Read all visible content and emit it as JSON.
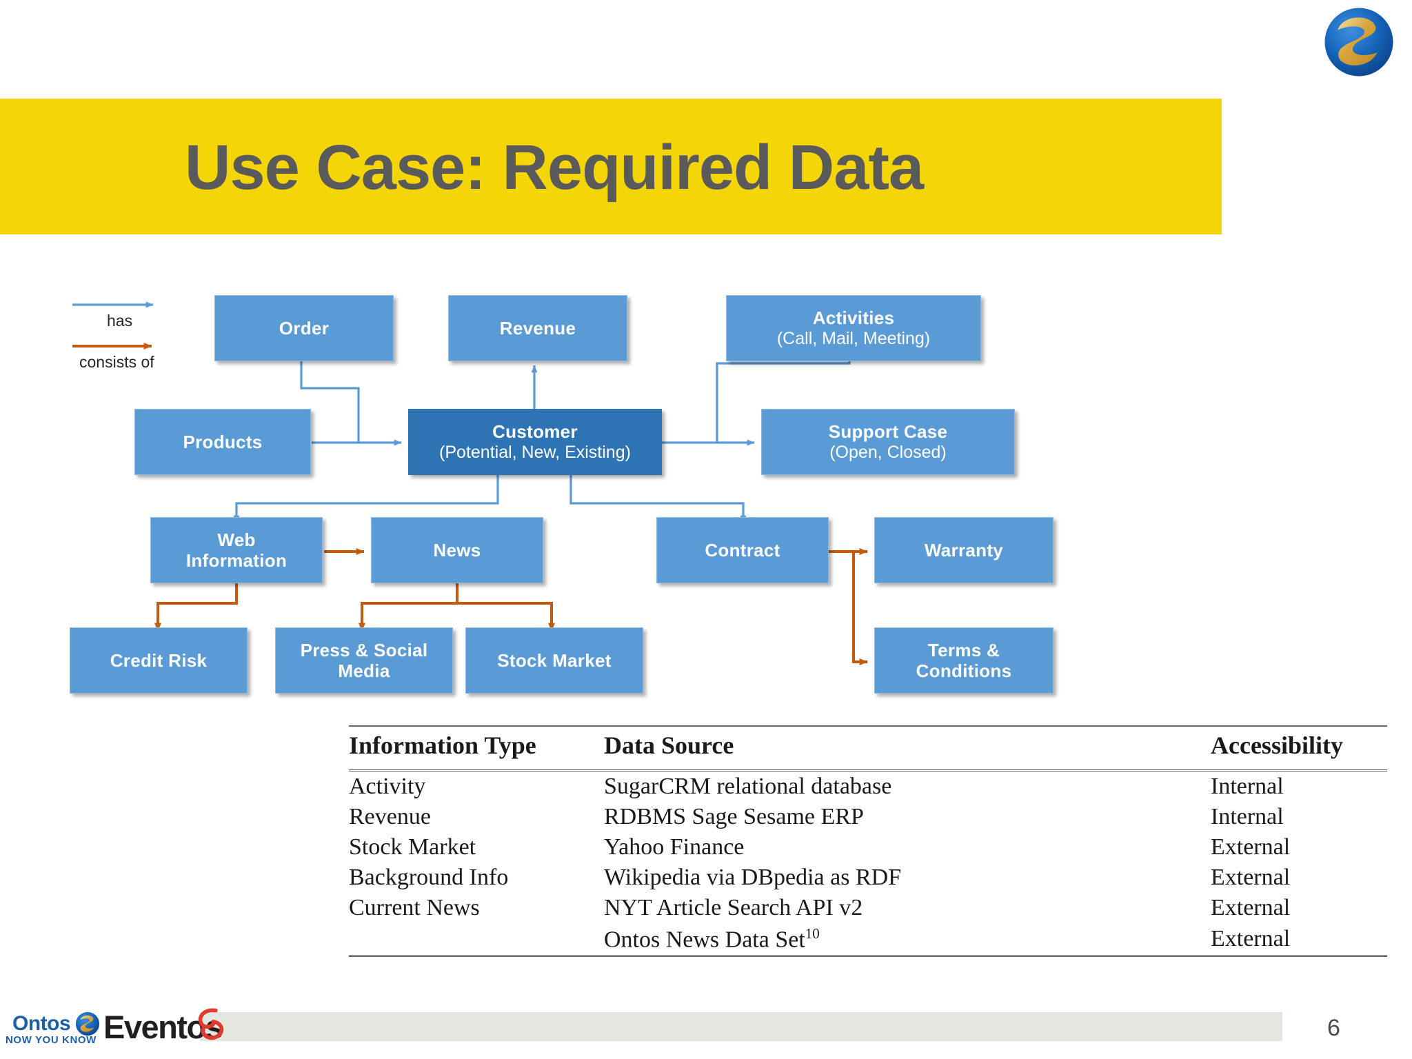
{
  "slide": {
    "title": "Use Case: Required Data",
    "page_number": "6",
    "banner_color": "#F3D508",
    "title_color": "#5A5A5A",
    "node_color": "#5B9BD5",
    "node_accent_color": "#2E74B5",
    "arrow_has_color": "#5B9BD5",
    "arrow_consists_color": "#C55A11"
  },
  "legend": {
    "has_label": "has",
    "consists_of_label": "consists of"
  },
  "diagram": {
    "nodes": [
      {
        "id": "order",
        "title": "Order",
        "sub": ""
      },
      {
        "id": "revenue",
        "title": "Revenue",
        "sub": ""
      },
      {
        "id": "activities",
        "title": "Activities",
        "sub": "(Call, Mail, Meeting)"
      },
      {
        "id": "products",
        "title": "Products",
        "sub": ""
      },
      {
        "id": "customer",
        "title": "Customer",
        "sub": "(Potential, New, Existing)"
      },
      {
        "id": "support",
        "title": "Support Case",
        "sub": "(Open, Closed)"
      },
      {
        "id": "web",
        "title": "Web",
        "sub": "Information"
      },
      {
        "id": "news",
        "title": "News",
        "sub": ""
      },
      {
        "id": "contract",
        "title": "Contract",
        "sub": ""
      },
      {
        "id": "warranty",
        "title": "Warranty",
        "sub": ""
      },
      {
        "id": "credit",
        "title": "Credit Risk",
        "sub": ""
      },
      {
        "id": "press",
        "title": "Press & Social",
        "sub": "Media"
      },
      {
        "id": "stock",
        "title": "Stock Market",
        "sub": ""
      },
      {
        "id": "terms",
        "title": "Terms &",
        "sub": "Conditions"
      }
    ]
  },
  "table": {
    "headers": [
      "Information Type",
      "Data Source",
      "Accessibility"
    ],
    "rows": [
      {
        "type": "Activity",
        "source": "SugarCRM relational database",
        "source_sup": "",
        "access": "Internal"
      },
      {
        "type": "Revenue",
        "source": "RDBMS Sage Sesame ERP",
        "source_sup": "",
        "access": "Internal"
      },
      {
        "type": "Stock Market",
        "source": "Yahoo Finance",
        "source_sup": "",
        "access": "External"
      },
      {
        "type": "Background Info",
        "source": "Wikipedia via DBpedia as RDF",
        "source_sup": "",
        "access": "External"
      },
      {
        "type": "Current News",
        "source": "NYT Article Search API v2",
        "source_sup": "",
        "access": "External"
      },
      {
        "type": "",
        "source": "Ontos News Data Set",
        "source_sup": "10",
        "access": "External"
      }
    ]
  },
  "footer": {
    "ontos_name": "Ontos",
    "ontos_tagline": "NOW YOU KNOW",
    "eventos_name": "Eventos"
  }
}
